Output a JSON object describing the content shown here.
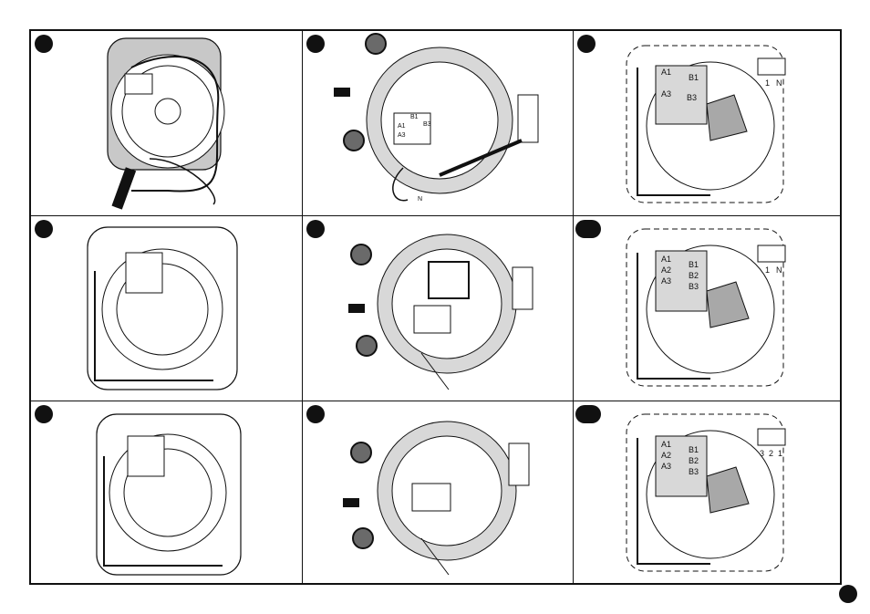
{
  "panels": [
    {
      "id": "p1",
      "labels": []
    },
    {
      "id": "p2",
      "labels": [
        "B1",
        "B3",
        "A1",
        "A3",
        "N"
      ]
    },
    {
      "id": "p3",
      "labels": [
        "A1",
        "A3",
        "B1",
        "B3",
        "1",
        "N"
      ]
    },
    {
      "id": "p4",
      "labels": []
    },
    {
      "id": "p5",
      "labels": []
    },
    {
      "id": "p6",
      "labels": [
        "A1",
        "A2",
        "A3",
        "B1",
        "B2",
        "B3",
        "1",
        "N"
      ]
    },
    {
      "id": "p7",
      "labels": []
    },
    {
      "id": "p8",
      "labels": []
    },
    {
      "id": "p9",
      "labels": [
        "A1",
        "A2",
        "A3",
        "B1",
        "B2",
        "B3",
        "3",
        "2",
        "1"
      ]
    }
  ],
  "colors": {
    "line": "#111111",
    "shade": "#c8c8c8",
    "dark_knob": "#6a6a6a"
  }
}
